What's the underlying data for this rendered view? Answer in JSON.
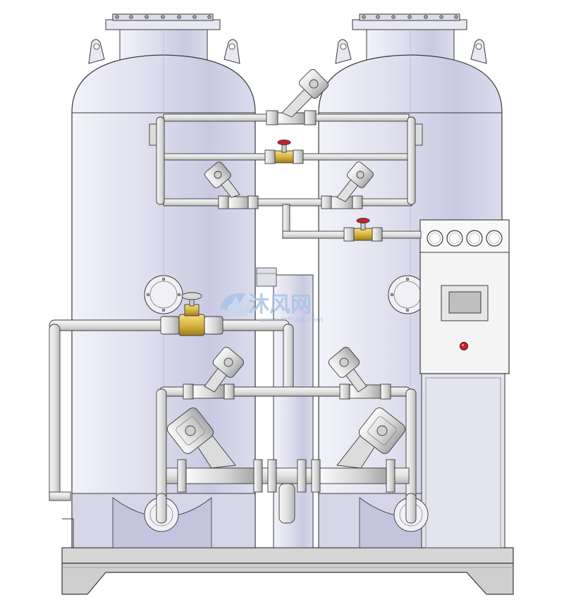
{
  "watermark": {
    "brand_cn": "沐风网",
    "site": "www.mfcad.com"
  },
  "colors": {
    "tank_body": "#e6e6f2",
    "tank_shade": "#c9c9e0",
    "pipe": "#ececec",
    "pipe_shade": "#bdbdbd",
    "outline": "#3a3a3a",
    "brass": "#d8b640",
    "handwheel": "#c8202a",
    "screen": "#bfbfbf",
    "panel": "#f4f4f4",
    "frame": "#cfcfcf",
    "watermark": "#a9c4e6"
  },
  "panel": {
    "gauge_count": 4,
    "indicator": "red-indicator-light"
  }
}
